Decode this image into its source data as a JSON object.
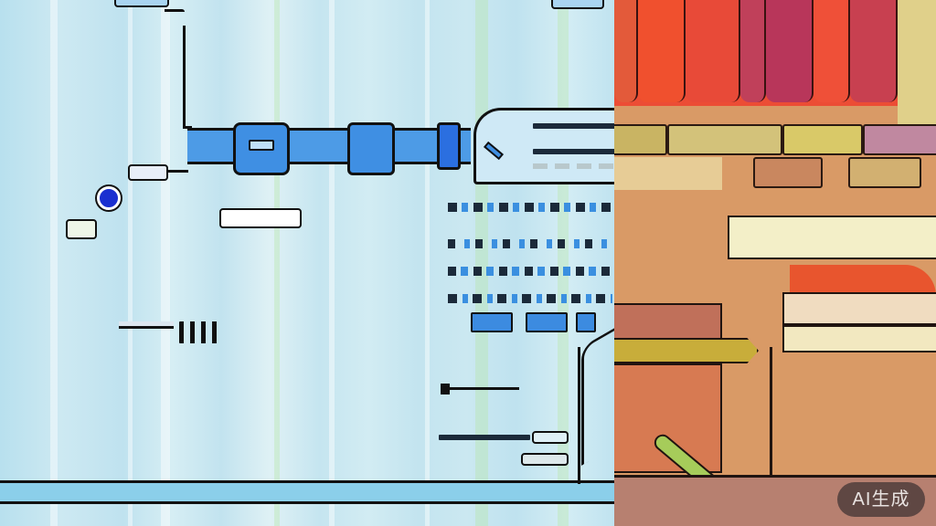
{
  "scene": {
    "description": "AI-generated split illustration: abstract blue tech schematic (left) and warm illustrated room with curtain, bricks, books and pencil (right)"
  },
  "left_panel": {
    "theme": "light-blue-tech-schematic",
    "colors": {
      "background": "#c5e5f0",
      "pipe": "#4d9be6",
      "block": "#3f8fe3",
      "outline": "#111111",
      "dot": "#1a2fd0"
    }
  },
  "right_panel": {
    "theme": "warm-room-illustration",
    "colors": {
      "curtain": "#ec4d35",
      "curtain_shadow": "#b8365a",
      "brick_yellow": "#d9c070",
      "brick_pink": "#c088a0",
      "wall": "#d99a66",
      "book_cream": "#f3efc8",
      "book_olive": "#c8ad3a",
      "pencil": "#a6cc5a"
    }
  },
  "watermark": {
    "label": "AI生成"
  }
}
